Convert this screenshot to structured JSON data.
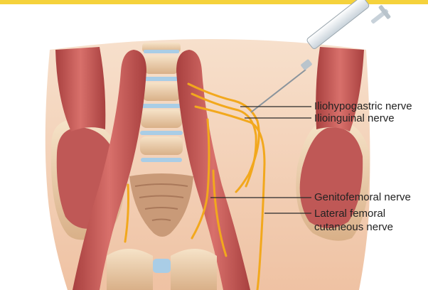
{
  "colors": {
    "top_bar": "#f5d23c",
    "skin": "#f3cfb2",
    "skin_shadow": "#e4a98a",
    "muscle": "#c9605f",
    "muscle_dark": "#9e3b3e",
    "muscle_light": "#e8908a",
    "bone": "#f1d6b6",
    "bone_shadow": "#d7ad86",
    "disc": "#a9cde6",
    "nerve": "#f2a81d",
    "leader_line": "#2a2a2a",
    "syringe_barrel": "#dfe6ec",
    "syringe_needle": "#8a949c"
  },
  "annotations": [
    {
      "id": "iliohypogastric",
      "text": "Iliohypogastric nerve"
    },
    {
      "id": "ilioinguinal",
      "text": "Ilioinguinal nerve"
    },
    {
      "id": "genitofemoral",
      "text": "Genitofemoral nerve"
    },
    {
      "id": "lateral_femoral_cutaneous",
      "text": "Lateral femoral cutaneous nerve",
      "lines": [
        "Lateral femoral",
        "cutaneous nerve"
      ]
    }
  ]
}
